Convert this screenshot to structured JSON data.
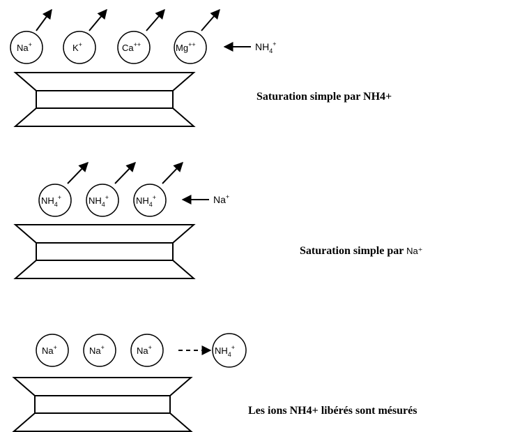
{
  "panels": [
    {
      "ions": [
        {
          "base": "Na",
          "charge": "+"
        },
        {
          "base": "K",
          "charge": "+"
        },
        {
          "base": "Ca",
          "charge": "++"
        },
        {
          "base": "Mg",
          "charge": "++"
        }
      ],
      "incoming": {
        "base": "NH",
        "sub": "4",
        "charge": "+"
      },
      "caption": "Saturation simple par NH4+"
    },
    {
      "ions": [
        {
          "base": "NH",
          "sub": "4",
          "charge": "+"
        },
        {
          "base": "NH",
          "sub": "4",
          "charge": "+"
        },
        {
          "base": "NH",
          "sub": "4",
          "charge": "+"
        }
      ],
      "incoming": {
        "base": "Na",
        "charge": "+"
      },
      "caption_prefix": "Saturation simple par",
      "caption_ion": "Na⁺"
    },
    {
      "ions": [
        {
          "base": "Na",
          "charge": "+"
        },
        {
          "base": "Na",
          "charge": "+"
        },
        {
          "base": "Na",
          "charge": "+"
        }
      ],
      "released": {
        "base": "NH",
        "sub": "4",
        "charge": "+"
      },
      "caption": "Les ions NH4+ libérés sont mésurés"
    }
  ]
}
